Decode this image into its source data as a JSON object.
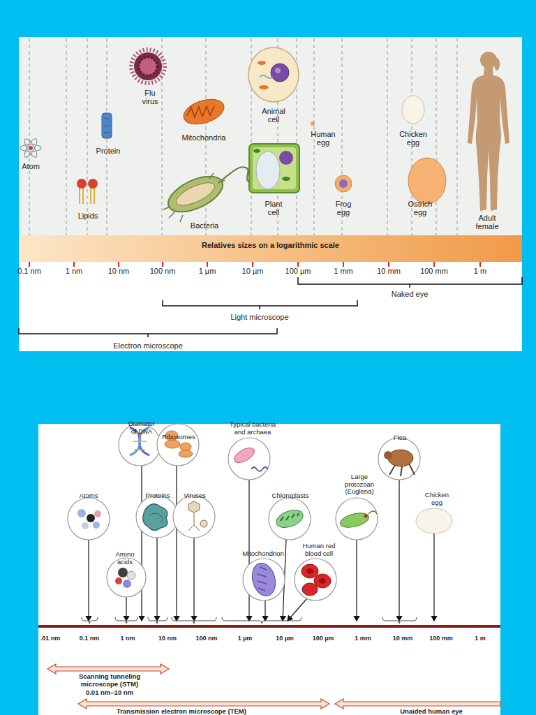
{
  "diagram": {
    "nodes": [
      {
        "text": [
          "Relatives sizes on a logarithmic scale"
        ]
      }
    ],
    "labels": [
      "Atom",
      "Protein",
      "Lipids",
      "Flu virus",
      "Mitochondria",
      "Bacteria",
      "Animal cell",
      "Plant cell",
      "Human egg",
      "Frog egg",
      "Chicken egg",
      "Ostrich egg",
      "Adult female",
      "0.1 nm",
      "1 nm",
      "10 nm",
      "100 nm",
      "1 µm",
      "10 µm",
      "100 µm",
      "1 mm",
      "10 mm",
      "100 mm",
      "1 m",
      "Naked eye",
      "Light microscope",
      "Electron microscope",
      "Diameter of DNA",
      "Ribosomes",
      "Typical bacteria and archaea",
      "Flea",
      "Atoms",
      "Proteins",
      "Viruses",
      "Chloroplasts",
      "Large protozoan (Euglena)",
      "Chicken egg",
      "Amino acids",
      "Mitochondrion",
      "Human red blood cell",
      ".01 nm",
      "0.1 nm",
      "1 nm",
      "10 nm",
      "100 nm",
      "1 µm",
      "10 µm",
      "100 µm",
      "1 mm",
      "10 mm",
      "100 mm",
      "1 m",
      "Scanning tunneling microscope (STM)",
      "0.01 nm–10 nm",
      "Transmission electron microscope (TEM)",
      "Unaided human eye"
    ]
  }
}
